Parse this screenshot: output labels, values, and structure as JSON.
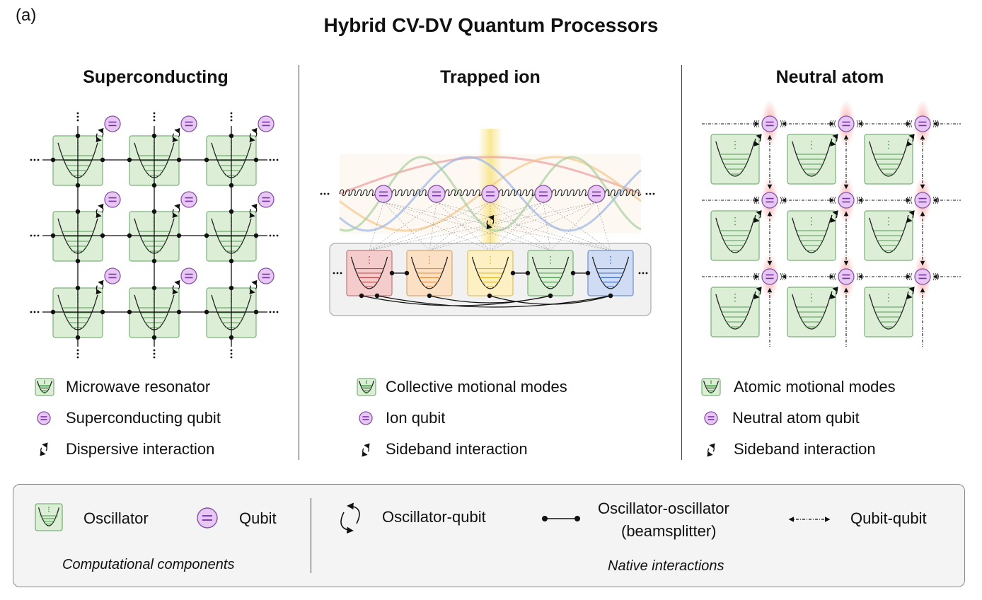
{
  "panel_label": "(a)",
  "title": "Hybrid CV-DV Quantum Processors",
  "columns": [
    {
      "heading": "Superconducting",
      "legend": [
        "Microwave resonator",
        "Superconducting qubit",
        "Dispersive interaction"
      ]
    },
    {
      "heading": "Trapped ion",
      "legend": [
        "Collective motional modes",
        "Ion qubit",
        "Sideband interaction"
      ]
    },
    {
      "heading": "Neutral atom",
      "legend": [
        "Atomic motional modes",
        "Neutral atom qubit",
        "Sideband interaction"
      ]
    }
  ],
  "bottom": {
    "components": {
      "oscillator": "Oscillator",
      "qubit": "Qubit",
      "caption": "Computational components"
    },
    "interactions": {
      "oscillator_qubit": "Oscillator-qubit",
      "oscillator_oscillator_line1": "Oscillator-oscillator",
      "oscillator_oscillator_line2": "(beamsplitter)",
      "qubit_qubit": "Qubit-qubit",
      "caption": "Native interactions"
    }
  },
  "colors": {
    "resonator_fill": "#dcefd6",
    "resonator_stroke": "#7ab07a",
    "qubit_fill": "#e6c8f2",
    "qubit_stroke": "#8a4fa8",
    "qubit_lines": "#7a2fa8"
  },
  "icons": [
    "oscillator-icon",
    "qubit-icon",
    "arrows-icon",
    "beamsplitter-icon",
    "qubit-qubit-arrow-icon"
  ]
}
